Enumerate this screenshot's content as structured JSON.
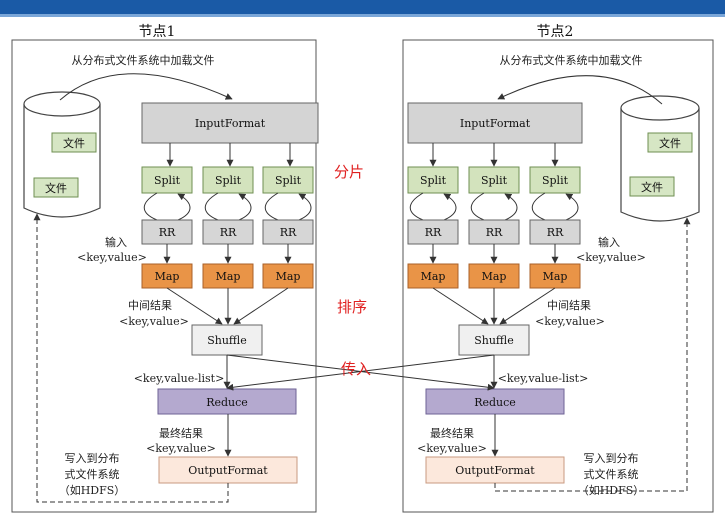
{
  "colors": {
    "top_bar": "#1a5aa6",
    "input_format_fill": "#d4d4d4",
    "split_fill": "#d3e3bd",
    "rr_fill": "#d6d6d6",
    "map_fill": "#e99447",
    "shuffle_fill": "#f0f0f0",
    "reduce_fill": "#b4a9cf",
    "output_format_fill": "#fce8dc",
    "file_fill": "#d6e6c4",
    "accent_text": "#e02020"
  },
  "node1": {
    "title": "节点1",
    "load_label": "从分布式文件系统中加载文件",
    "files": [
      "文件",
      "文件"
    ],
    "input_format": "InputFormat",
    "splits": [
      "Split",
      "Split",
      "Split"
    ],
    "rrs": [
      "RR",
      "RR",
      "RR"
    ],
    "maps": [
      "Map",
      "Map",
      "Map"
    ],
    "input_label_1": "输入",
    "input_label_2": "<key,value>",
    "mid_label_1": "中间结果",
    "mid_label_2": "<key,value>",
    "shuffle": "Shuffle",
    "kv_list": "<key,value-list>",
    "reduce": "Reduce",
    "final_label_1": "最终结果",
    "final_label_2": "<key,value>",
    "output_format": "OutputFormat",
    "write_1": "写入到分布",
    "write_2": "式文件系统",
    "write_3": "（如HDFS）"
  },
  "node2": {
    "title": "节点2",
    "load_label": "从分布式文件系统中加载文件",
    "files": [
      "文件",
      "文件"
    ],
    "input_format": "InputFormat",
    "splits": [
      "Split",
      "Split",
      "Split"
    ],
    "rrs": [
      "RR",
      "RR",
      "RR"
    ],
    "maps": [
      "Map",
      "Map",
      "Map"
    ],
    "input_label_1": "输入",
    "input_label_2": "<key,value>",
    "mid_label_1": "中间结果",
    "mid_label_2": "<key,value>",
    "shuffle": "Shuffle",
    "kv_list": "<key,value-list>",
    "reduce": "Reduce",
    "final_label_1": "最终结果",
    "final_label_2": "<key,value>",
    "output_format": "OutputFormat",
    "write_1": "写入到分布",
    "write_2": "式文件系统",
    "write_3": "（如HDFS）"
  },
  "stage_labels": {
    "split": "分片",
    "sort": "排序",
    "transfer": "传入"
  }
}
